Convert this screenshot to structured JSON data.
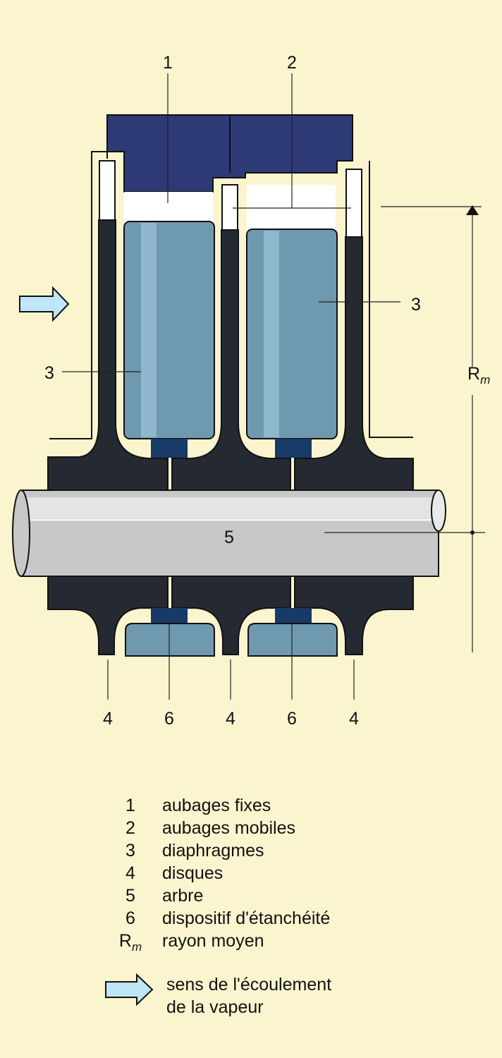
{
  "colors": {
    "background": "#fbf5cf",
    "casing": "#2e3a75",
    "disc": "#252a32",
    "diaphragm": "#6f99ae",
    "diaphragm_highlight": "#8fb8cc",
    "seal": "#173a66",
    "shaft": "#c8c8c8",
    "flow_arrow": "#bfe6f7"
  },
  "callouts": {
    "top_1": "1",
    "top_2": "2",
    "left_3": "3",
    "right_3": "3",
    "shaft_5": "5",
    "rm": "R",
    "rm_sub": "m",
    "bottom": [
      "4",
      "6",
      "4",
      "6",
      "4"
    ]
  },
  "legend": [
    {
      "key": "1",
      "text": "aubages fixes"
    },
    {
      "key": "2",
      "text": "aubages mobiles"
    },
    {
      "key": "3",
      "text": "diaphragmes"
    },
    {
      "key": "4",
      "text": "disques"
    },
    {
      "key": "5",
      "text": "arbre"
    },
    {
      "key": "6",
      "text": "dispositif d'étanchéité"
    },
    {
      "key": "R",
      "key_sub": "m",
      "text": "rayon moyen"
    }
  ],
  "flow": {
    "icon": "arrow-right-icon",
    "line1": "sens de l'écoulement",
    "line2": "de la vapeur"
  }
}
